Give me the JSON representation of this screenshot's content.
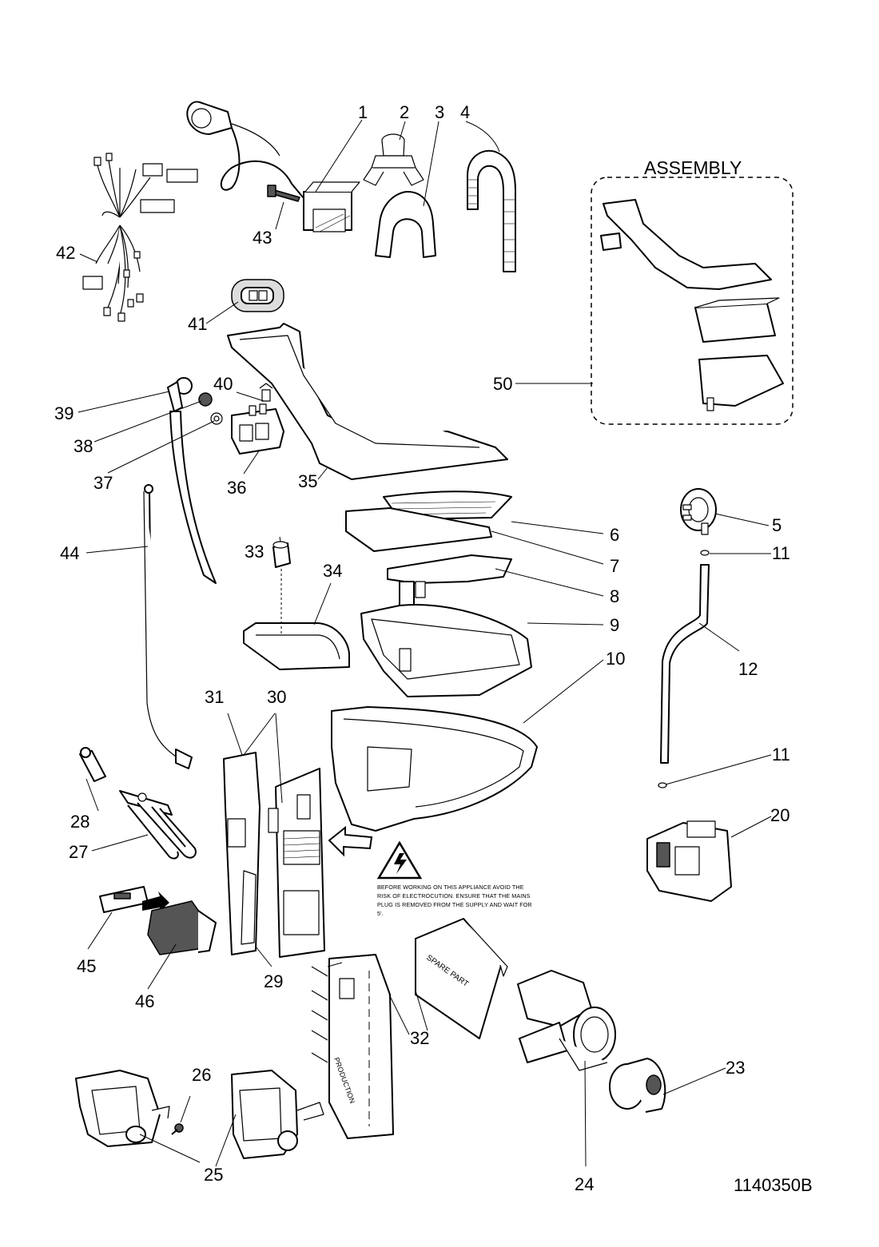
{
  "assembly_label": "ASSEMBLY",
  "drawing_code": "1140350B",
  "warning_text": [
    "BEFORE WORKING ON THIS APPLIANCE AVOID THE",
    "RISK OF ELECTROCUTION. ENSURE THAT THE MAINS",
    "PLUG IS REMOVED FROM THE SUPPLY AND WAIT FOR",
    "5'."
  ],
  "card_labels": {
    "spare_part": "SPARE PART",
    "production": "PRODUCTION"
  },
  "callouts": {
    "c1": "1",
    "c2": "2",
    "c3": "3",
    "c4": "4",
    "c5": "5",
    "c6": "6",
    "c7": "7",
    "c8": "8",
    "c9": "9",
    "c10": "10",
    "c11a": "11",
    "c11b": "11",
    "c12": "12",
    "c20": "20",
    "c23": "23",
    "c24": "24",
    "c25": "25",
    "c26": "26",
    "c27": "27",
    "c28": "28",
    "c29": "29",
    "c30": "30",
    "c31": "31",
    "c32": "32",
    "c33": "33",
    "c34": "34",
    "c35": "35",
    "c36": "36",
    "c37": "37",
    "c38": "38",
    "c39": "39",
    "c40": "40",
    "c41": "41",
    "c42": "42",
    "c43": "43",
    "c44": "44",
    "c45": "45",
    "c46": "46",
    "c50": "50"
  }
}
